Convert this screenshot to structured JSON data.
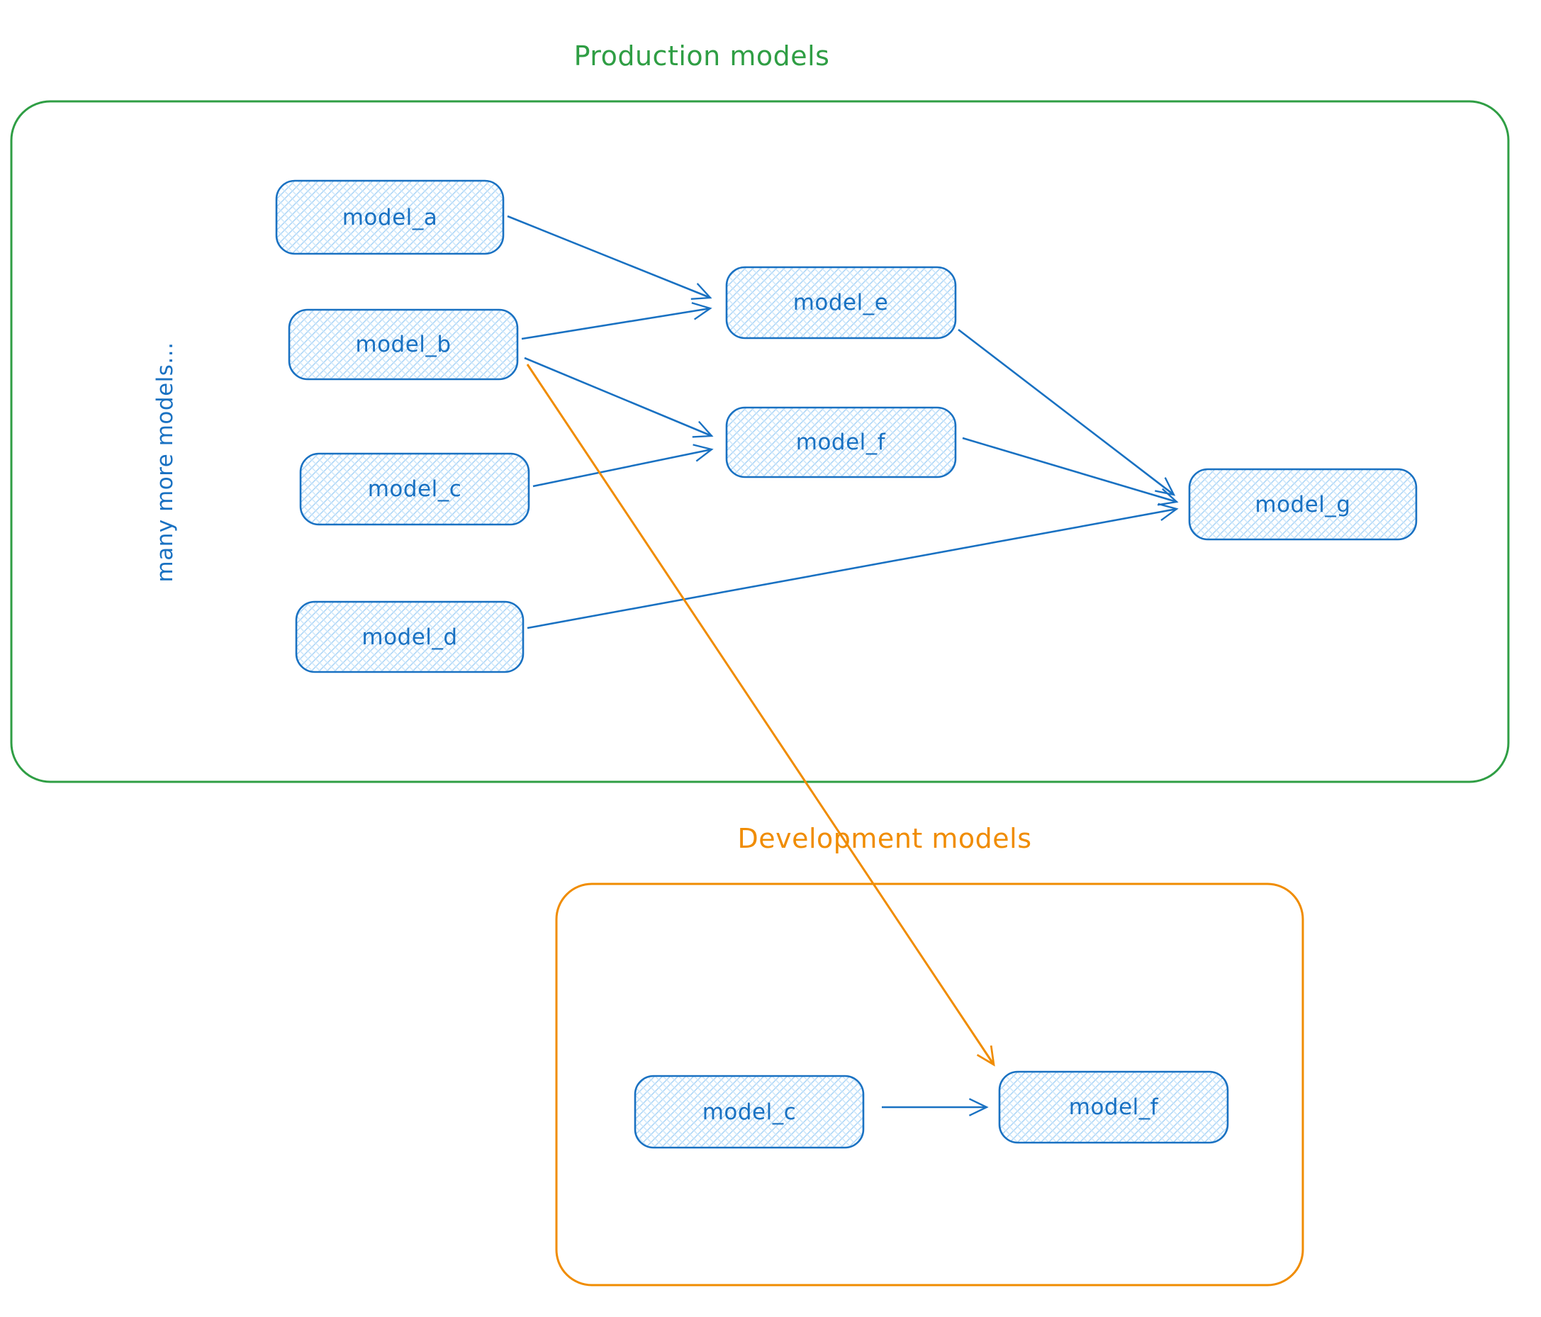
{
  "production": {
    "title": "Production models",
    "annotation": "many more models...",
    "nodes": [
      {
        "id": "model_a",
        "label": "model_a"
      },
      {
        "id": "model_b",
        "label": "model_b"
      },
      {
        "id": "model_c",
        "label": "model_c"
      },
      {
        "id": "model_d",
        "label": "model_d"
      },
      {
        "id": "model_e",
        "label": "model_e"
      },
      {
        "id": "model_f",
        "label": "model_f"
      },
      {
        "id": "model_g",
        "label": "model_g"
      }
    ]
  },
  "development": {
    "title": "Development models",
    "nodes": [
      {
        "id": "model_c_dev",
        "label": "model_c"
      },
      {
        "id": "model_f_dev",
        "label": "model_f"
      }
    ]
  },
  "edges": {
    "production": [
      {
        "from": "model_a",
        "to": "model_e"
      },
      {
        "from": "model_b",
        "to": "model_e"
      },
      {
        "from": "model_b",
        "to": "model_f"
      },
      {
        "from": "model_c",
        "to": "model_f"
      },
      {
        "from": "model_e",
        "to": "model_g"
      },
      {
        "from": "model_f",
        "to": "model_g"
      },
      {
        "from": "model_d",
        "to": "model_g"
      }
    ],
    "cross": [
      {
        "from": "model_b",
        "to": "model_f_dev"
      }
    ],
    "development": [
      {
        "from": "model_c_dev",
        "to": "model_f_dev"
      }
    ]
  },
  "colors": {
    "production_border": "#2f9e44",
    "development_border": "#f08c00",
    "cross_edge": "#f08c00",
    "node_stroke": "#1971c2",
    "node_fill": "#a5d8ff"
  }
}
